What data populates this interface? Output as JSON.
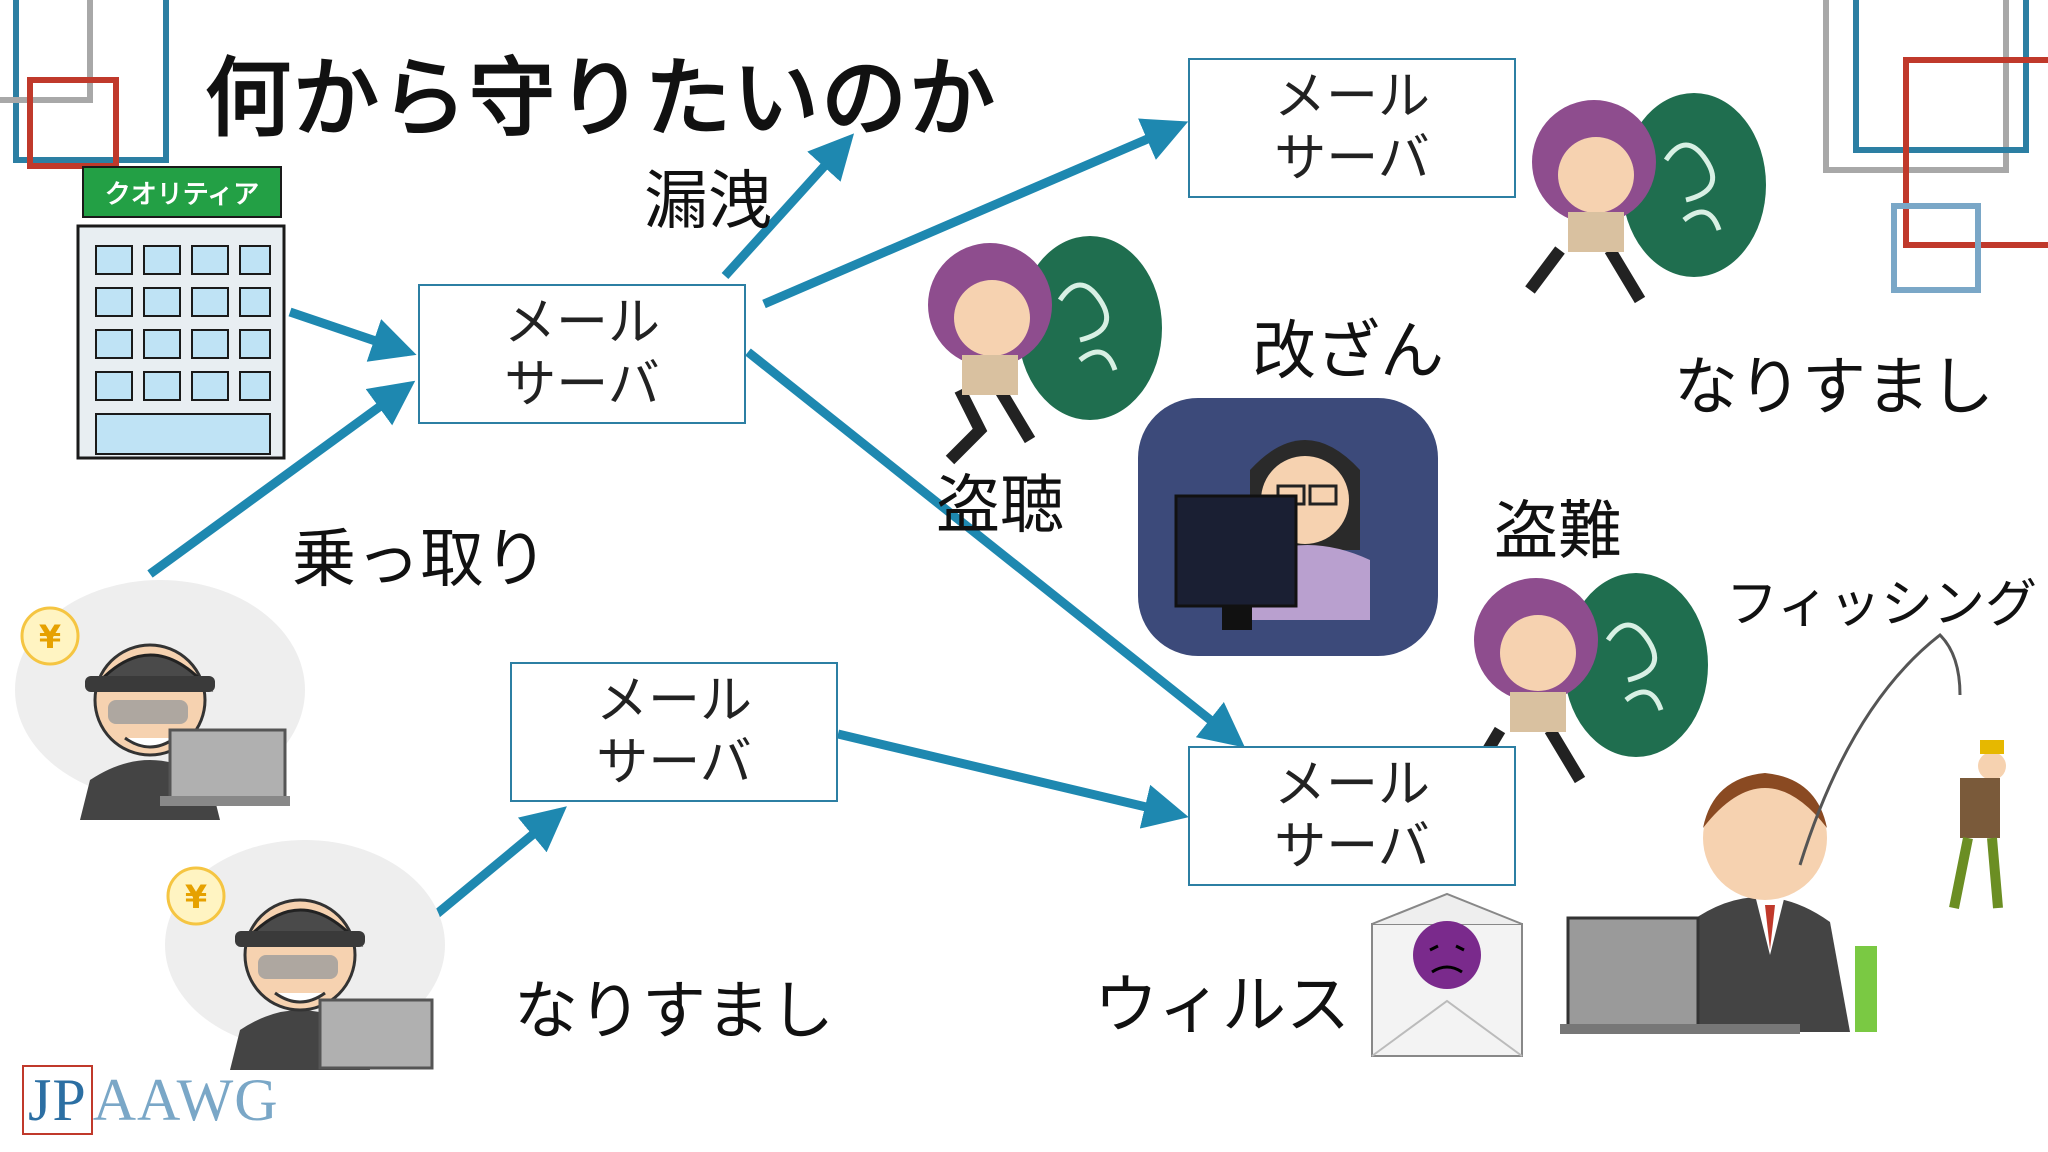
{
  "title": "何から守りたいのか",
  "building_sign": "クオリティア",
  "server_line1": "メール",
  "server_line2": "サーバ",
  "labels": {
    "leak": "漏洩",
    "takeover": "乗っ取り",
    "spoof_bottom": "なりすまし",
    "eavesdrop": "盗聴",
    "tamper": "改ざん",
    "spoof_right": "なりすまし",
    "theft": "盗難",
    "phishing": "フィッシング",
    "virus": "ウィルス"
  },
  "yen_symbol": "¥",
  "logo": {
    "jp": "JP",
    "aawg": "AAWG"
  },
  "colors": {
    "arrow": "#1e88b0",
    "box_border": "#2c7fa3",
    "accent_red": "#c0392b",
    "accent_gray": "#a8a8a8",
    "sign_green": "#23a045",
    "thief_purple": "#8e4d8e",
    "sack_green": "#1f6e4f"
  }
}
